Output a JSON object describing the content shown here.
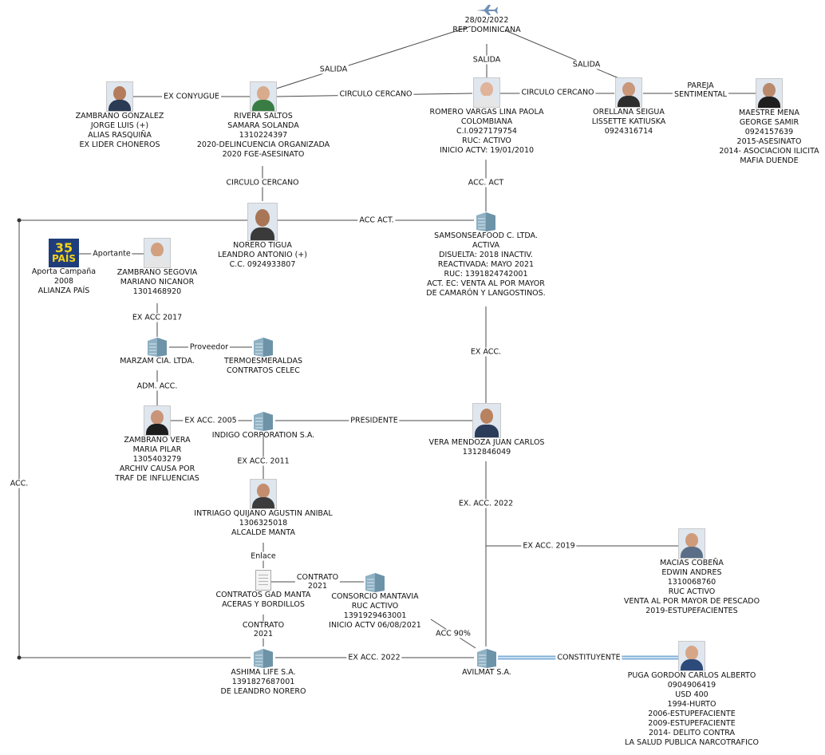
{
  "flight": {
    "date": "28/02/2022",
    "place": "REP. DOMINICANA"
  },
  "entities": {
    "zambrano_gonzalez": [
      "ZAMBRANO GONZALEZ",
      "JORGE LUIS (+)",
      "ALIAS RASQUIÑA",
      "EX LIDER CHONEROS"
    ],
    "rivera_saltos": [
      "RIVERA SALTOS",
      "SAMARA SOLANDA",
      "1310224397",
      "2020-DELINCUENCIA ORGANIZADA",
      "2020 FGE-ASESINATO"
    ],
    "romero_vargas": [
      "ROMERO VARGAS LINA PAOLA",
      "COLOMBIANA",
      "C.I.0927179754",
      "RUC: ACTIVO",
      "INICIO ACTV: 19/01/2010"
    ],
    "orellana_seigua": [
      "ORELLANA SEIGUA",
      "LISSETTE KATIUSKA",
      "0924316714"
    ],
    "maestre_mena": [
      "MAESTRE MENA",
      "GEORGE SAMIR",
      "0924157639",
      "2015-ASESINATO",
      "2014- ASOCIACION ILICITA",
      "MAFIA DUENDE"
    ],
    "norero_tigua": [
      "NORERO TIGUA",
      "LEANDRO ANTONIO (+)",
      "C.C. 0924933807"
    ],
    "samsonseafood": [
      "SAMSONSEAFOOD C. LTDA.",
      "ACTIVA",
      "DISUELTA: 2018 INACTIV.",
      "REACTIVADA: MAYO 2021",
      "RUC: 1391824742001",
      "ACT. EC: VENTA AL POR MAYOR",
      "DE CAMARÓN Y LANGOSTINOS."
    ],
    "alianza_pais": [
      "Aporta Campaña",
      "2008",
      "ALIANZA PAÍS"
    ],
    "zambrano_segovia": [
      "ZAMBRANO SEGOVIA",
      "MARIANO NICANOR",
      "1301468920"
    ],
    "marzam": [
      "MARZAM CIA. LTDA."
    ],
    "termoesmeraldas": [
      "TERMOESMERALDAS",
      "CONTRATOS CELEC"
    ],
    "zambrano_vera": [
      "ZAMBRANO VERA",
      "MARIA PILAR",
      "1305403279",
      "ARCHIV CAUSA POR",
      "TRAF DE INFLUENCIAS"
    ],
    "indigo": [
      "INDIGO CORPORATION S.A."
    ],
    "vera_mendoza": [
      "VERA MENDOZA JUAN CARLOS",
      "1312846049"
    ],
    "intriago_quijano": [
      "INTRIAGO QUIJANO AGUSTIN ANIBAL",
      "1306325018",
      "ALCALDE MANTA"
    ],
    "macias_cobena": [
      "MACIAS COBEÑA",
      "EDWIN ANDRES",
      "1310068760",
      "RUC ACTIVO",
      "VENTA AL POR MAYOR DE PESCADO",
      "2019-ESTUPEFACIENTES"
    ],
    "contratos_gad": [
      "CONTRATOS GAD MANTA",
      "ACERAS Y BORDILLOS"
    ],
    "consorcio": [
      "CONSORCIO MANTAVIA",
      "RUC ACTIVO",
      "1391929463001",
      "INICIO ACTV 06/08/2021"
    ],
    "ashima": [
      "ASHIMA LIFE S.A.",
      "1391827687001",
      "DE LEANDRO NORERO"
    ],
    "avilmat": [
      "AVILMAT S.A."
    ],
    "puga_gordon": [
      "PUGA GORDON CARLOS ALBERTO",
      "0904906419",
      "USD 400",
      "1994-HURTO",
      "2006-ESTUPEFACIENTE",
      "2009-ESTUPEFACIENTE",
      "2014- DELITO CONTRA",
      "LA SALUD PUBLICA NARCOTRAFICO"
    ]
  },
  "logo_text": {
    "top": "35",
    "bottom": "PAÍS"
  },
  "relations": {
    "salida_left": "SALIDA",
    "salida_center": "SALIDA",
    "salida_right": "SALIDA",
    "ex_conyugue": "EX CONYUGUE",
    "circulo_cercano_1": "CIRCULO CERCANO",
    "circulo_cercano_2": "CIRCULO CERCANO",
    "circulo_cercano_3": "CIRCULO CERCANO",
    "pareja": [
      "PAREJA",
      "SENTIMENTAL"
    ],
    "acc_act_1": "ACC. ACT",
    "acc_act_2": "ACC ACT.",
    "aportante": "Aportante",
    "ex_acc_2017": "EX ACC 2017",
    "proveedor": "Proveedor",
    "adm_acc": "ADM. ACC.",
    "ex_acc": "EX ACC.",
    "ex_acc_2005": "EX ACC. 2005",
    "presidente": "PRESIDENTE",
    "ex_acc_2011": "EX ACC. 2011",
    "ex_acc_2022_a": "EX. ACC. 2022",
    "acc_left": "ACC.",
    "ex_acc_2019": "EX ACC. 2019",
    "enlace": "Enlace",
    "contrato_2021_a": [
      "CONTRATO",
      "2021"
    ],
    "contrato_2021_b": [
      "CONTRATO",
      "2021"
    ],
    "acc_90": "ACC 90%",
    "ex_acc_2022_b": "EX ACC. 2022",
    "constituyente": "CONSTITUYENTE"
  },
  "colors": {
    "line": "#4a4a4a",
    "highlight_link": "#7eaed8",
    "building": "#8fb1c4",
    "logo_bg": "#1f3d7a",
    "logo_text": "#f2d21b",
    "photo_bg": "#dfe6ee"
  }
}
